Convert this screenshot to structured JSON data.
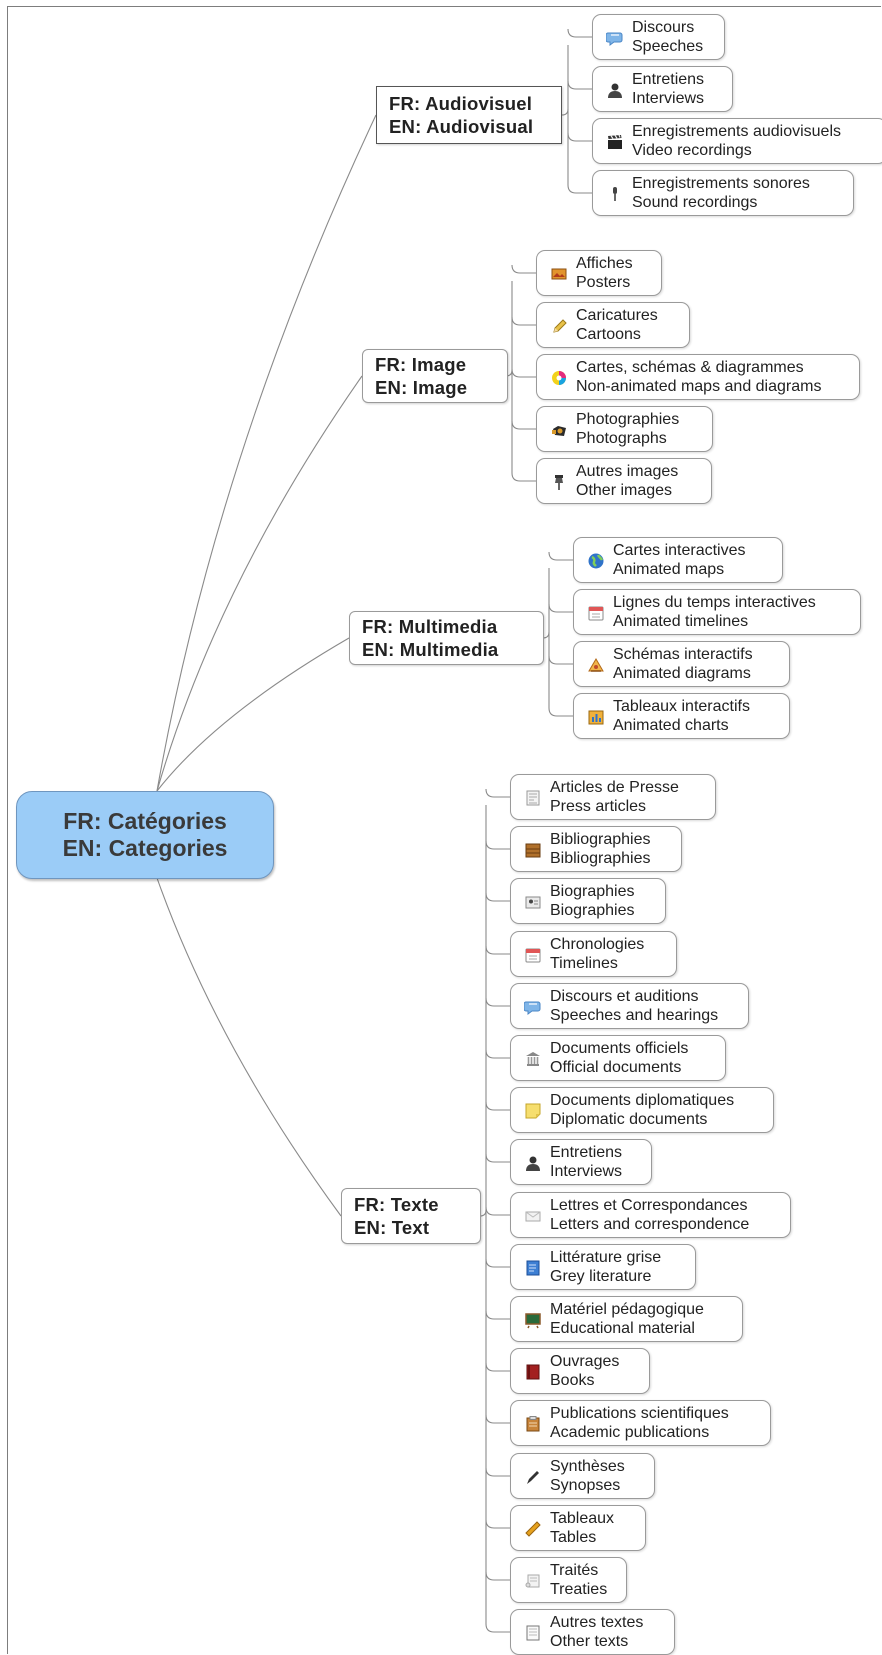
{
  "root": {
    "fr": "FR: Catégories",
    "en": "EN: Categories"
  },
  "branches": {
    "audiovisuel": {
      "fr": "FR: Audiovisuel",
      "en": "EN: Audiovisual",
      "items": [
        {
          "fr": "Discours",
          "en": "Speeches",
          "icon": "speech-bubble-icon"
        },
        {
          "fr": "Entretiens",
          "en": "Interviews",
          "icon": "person-icon"
        },
        {
          "fr": "Enregistrements audiovisuels",
          "en": "Video recordings",
          "icon": "clapperboard-icon"
        },
        {
          "fr": "Enregistrements sonores",
          "en": "Sound recordings",
          "icon": "microphone-icon"
        }
      ]
    },
    "image": {
      "fr": "FR: Image",
      "en": "EN: Image",
      "items": [
        {
          "fr": "Affiches",
          "en": "Posters",
          "icon": "poster-icon"
        },
        {
          "fr": "Caricatures",
          "en": "Cartoons",
          "icon": "pencil-icon"
        },
        {
          "fr": "Cartes, schémas & diagrammes",
          "en": "Non-animated maps and diagrams",
          "icon": "color-wheel-icon"
        },
        {
          "fr": "Photographies",
          "en": "Photographs",
          "icon": "camera-icon"
        },
        {
          "fr": "Autres images",
          "en": "Other images",
          "icon": "pushpin-icon"
        }
      ]
    },
    "multimedia": {
      "fr": "FR: Multimedia",
      "en": "EN: Multimedia",
      "items": [
        {
          "fr": "Cartes interactives",
          "en": "Animated maps",
          "icon": "globe-icon"
        },
        {
          "fr": "Lignes du temps interactives",
          "en": "Animated timelines",
          "icon": "calendar-icon"
        },
        {
          "fr": "Schémas interactifs",
          "en": "Animated diagrams",
          "icon": "diagram-icon"
        },
        {
          "fr": "Tableaux interactifs",
          "en": "Animated charts",
          "icon": "chart-icon"
        }
      ]
    },
    "texte": {
      "fr": "FR: Texte",
      "en": "EN: Text",
      "items": [
        {
          "fr": "Articles de Presse",
          "en": "Press articles",
          "icon": "newspaper-icon"
        },
        {
          "fr": "Bibliographies",
          "en": "Bibliographies",
          "icon": "archive-box-icon"
        },
        {
          "fr": "Biographies",
          "en": "Biographies",
          "icon": "id-card-icon"
        },
        {
          "fr": "Chronologies",
          "en": "Timelines",
          "icon": "calendar-icon"
        },
        {
          "fr": "Discours et auditions",
          "en": "Speeches and hearings",
          "icon": "speech-bubble-icon"
        },
        {
          "fr": "Documents officiels",
          "en": "Official documents",
          "icon": "government-building-icon"
        },
        {
          "fr": "Documents diplomatiques",
          "en": "Diplomatic documents",
          "icon": "sticky-note-icon"
        },
        {
          "fr": "Entretiens",
          "en": "Interviews",
          "icon": "person-icon"
        },
        {
          "fr": "Lettres et Correspondances",
          "en": "Letters and correspondence",
          "icon": "envelope-icon"
        },
        {
          "fr": "Littérature grise",
          "en": "Grey literature",
          "icon": "document-icon"
        },
        {
          "fr": "Matériel pédagogique",
          "en": "Educational material",
          "icon": "chalkboard-icon"
        },
        {
          "fr": "Ouvrages",
          "en": "Books",
          "icon": "book-icon"
        },
        {
          "fr": "Publications scientifiques",
          "en": "Academic publications",
          "icon": "clipboard-icon"
        },
        {
          "fr": "Synthèses",
          "en": "Synopses",
          "icon": "pen-icon"
        },
        {
          "fr": "Tableaux",
          "en": "Tables",
          "icon": "ruler-icon"
        },
        {
          "fr": "Traités",
          "en": "Treaties",
          "icon": "scroll-icon"
        },
        {
          "fr": "Autres textes",
          "en": "Other texts",
          "icon": "page-icon"
        }
      ]
    }
  }
}
